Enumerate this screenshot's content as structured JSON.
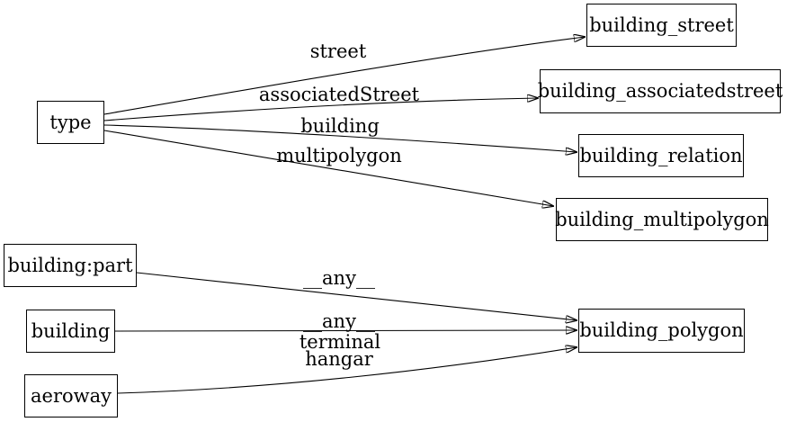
{
  "diagram": {
    "type": "directed-graph",
    "background": "#ffffff",
    "stroke_color": "#000000",
    "text_color": "#000000",
    "node_fill": "#ffffff"
  },
  "nodes": {
    "type": "type",
    "building_street": "building_street",
    "building_associatedstreet": "building_associatedstreet",
    "building_relation": "building_relation",
    "building_multipolygon": "building_multipolygon",
    "building_part": "building:part",
    "building": "building",
    "aeroway": "aeroway",
    "building_polygon": "building_polygon"
  },
  "edges": [
    {
      "from": "type",
      "to": "building_street",
      "label": "street"
    },
    {
      "from": "type",
      "to": "building_associatedstreet",
      "label": "associatedStreet"
    },
    {
      "from": "type",
      "to": "building_relation",
      "label": "building"
    },
    {
      "from": "type",
      "to": "building_multipolygon",
      "label": "multipolygon"
    },
    {
      "from": "building:part",
      "to": "building_polygon",
      "label": "__any__"
    },
    {
      "from": "building",
      "to": "building_polygon",
      "label": "__any__"
    },
    {
      "from": "aeroway",
      "to": "building_polygon",
      "labels": [
        "terminal",
        "hangar"
      ]
    }
  ]
}
